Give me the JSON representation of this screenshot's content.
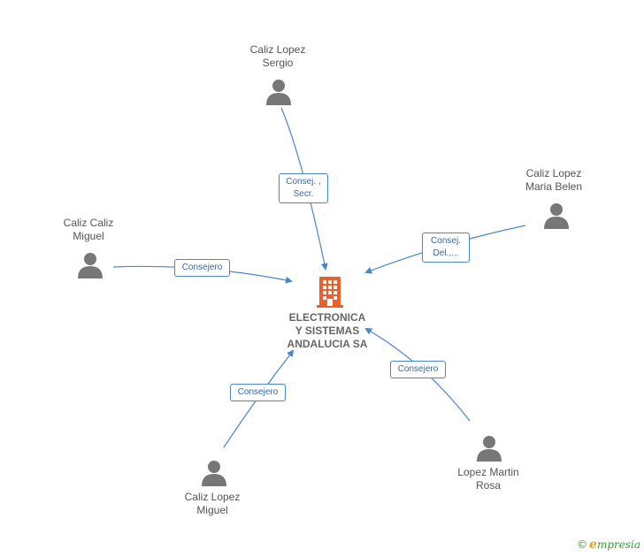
{
  "company": {
    "name_lines": [
      "ELECTRONICA",
      "Y SISTEMAS",
      "ANDALUCIA SA"
    ],
    "icon": "building-icon",
    "color": "#e8602c"
  },
  "people": [
    {
      "id": "caliz-lopez-sergio",
      "name_lines": [
        "Caliz Lopez",
        "Sergio"
      ],
      "icon": "person-icon"
    },
    {
      "id": "caliz-lopez-maria-belen",
      "name_lines": [
        "Caliz Lopez",
        "Maria Belen"
      ],
      "icon": "person-icon"
    },
    {
      "id": "caliz-caliz-miguel",
      "name_lines": [
        "Caliz Caliz",
        "Miguel"
      ],
      "icon": "person-icon"
    },
    {
      "id": "caliz-lopez-miguel",
      "name_lines": [
        "Caliz Lopez",
        "Miguel"
      ],
      "icon": "person-icon"
    },
    {
      "id": "lopez-martin-rosa",
      "name_lines": [
        "Lopez Martin",
        "Rosa"
      ],
      "icon": "person-icon"
    }
  ],
  "relations": [
    {
      "from": "caliz-lopez-sergio",
      "role_lines": [
        "Consej. ,",
        "Secr."
      ]
    },
    {
      "from": "caliz-lopez-maria-belen",
      "role_lines": [
        "Consej.",
        "Del.,..."
      ]
    },
    {
      "from": "caliz-caliz-miguel",
      "role_lines": [
        "Consejero"
      ]
    },
    {
      "from": "caliz-lopez-miguel",
      "role_lines": [
        "Consejero"
      ]
    },
    {
      "from": "lopez-martin-rosa",
      "role_lines": [
        "Consejero"
      ]
    }
  ],
  "colors": {
    "edge": "#4a86c8",
    "person": "#777777",
    "label": "#555555"
  },
  "brand": {
    "copyright": "©",
    "initial": "e",
    "name": "mpresia"
  }
}
